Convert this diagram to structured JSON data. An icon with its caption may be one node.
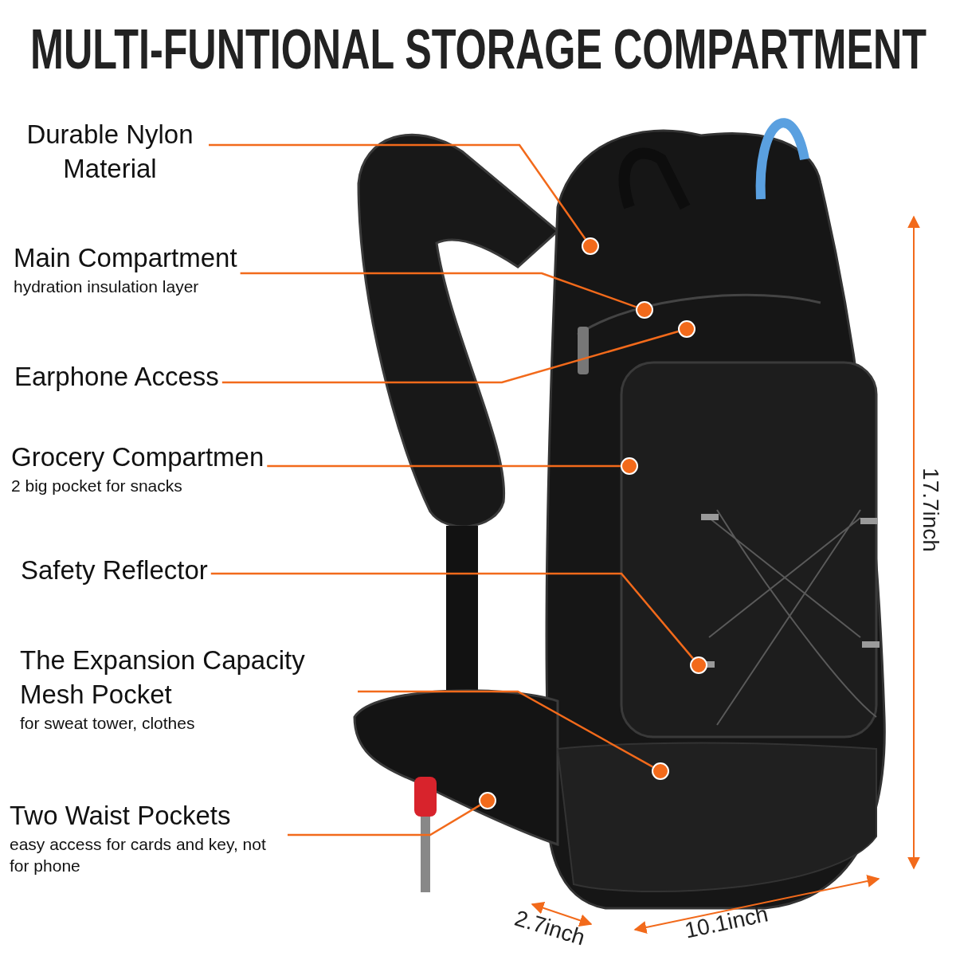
{
  "diagram": {
    "title": "MULTI-FUNTIONAL STORAGE COMPARTMENT",
    "nodes": [
      {
        "text": [
          "Durable Nylon Material"
        ]
      },
      {
        "text": [
          "Main Compartment",
          "hydration insulation layer"
        ]
      },
      {
        "text": [
          "Earphone Access"
        ]
      },
      {
        "text": [
          "Grocery Compartmen",
          "2 big pocket for snacks"
        ]
      },
      {
        "text": [
          "Safety Reflector"
        ]
      },
      {
        "text": [
          "The Expansion Capacity Mesh Pocket",
          "for sweat tower, clothes"
        ]
      },
      {
        "text": [
          "Two Waist Pockets",
          "easy access for cards and key, not for phone"
        ]
      },
      {
        "text": [],
        "shape": "circle"
      },
      {
        "text": [],
        "shape": "circle"
      },
      {
        "text": [],
        "shape": "circle"
      },
      {
        "text": [],
        "shape": "circle"
      },
      {
        "text": [],
        "shape": "circle"
      },
      {
        "text": [],
        "shape": "circle"
      },
      {
        "text": [],
        "shape": "circle"
      }
    ],
    "edges": [
      {
        "from": 0,
        "to": 7,
        "arrow": "none"
      },
      {
        "from": 1,
        "to": 8,
        "arrow": "none"
      },
      {
        "from": 2,
        "to": 9,
        "arrow": "none"
      },
      {
        "from": 3,
        "to": 10,
        "arrow": "none"
      },
      {
        "from": 4,
        "to": 11,
        "arrow": "none"
      },
      {
        "from": 5,
        "to": 12,
        "arrow": "none"
      },
      {
        "from": 6,
        "to": 13,
        "arrow": "none"
      }
    ],
    "labels": [
      "17.7inch",
      "2.7inch",
      "10.1inch"
    ]
  }
}
